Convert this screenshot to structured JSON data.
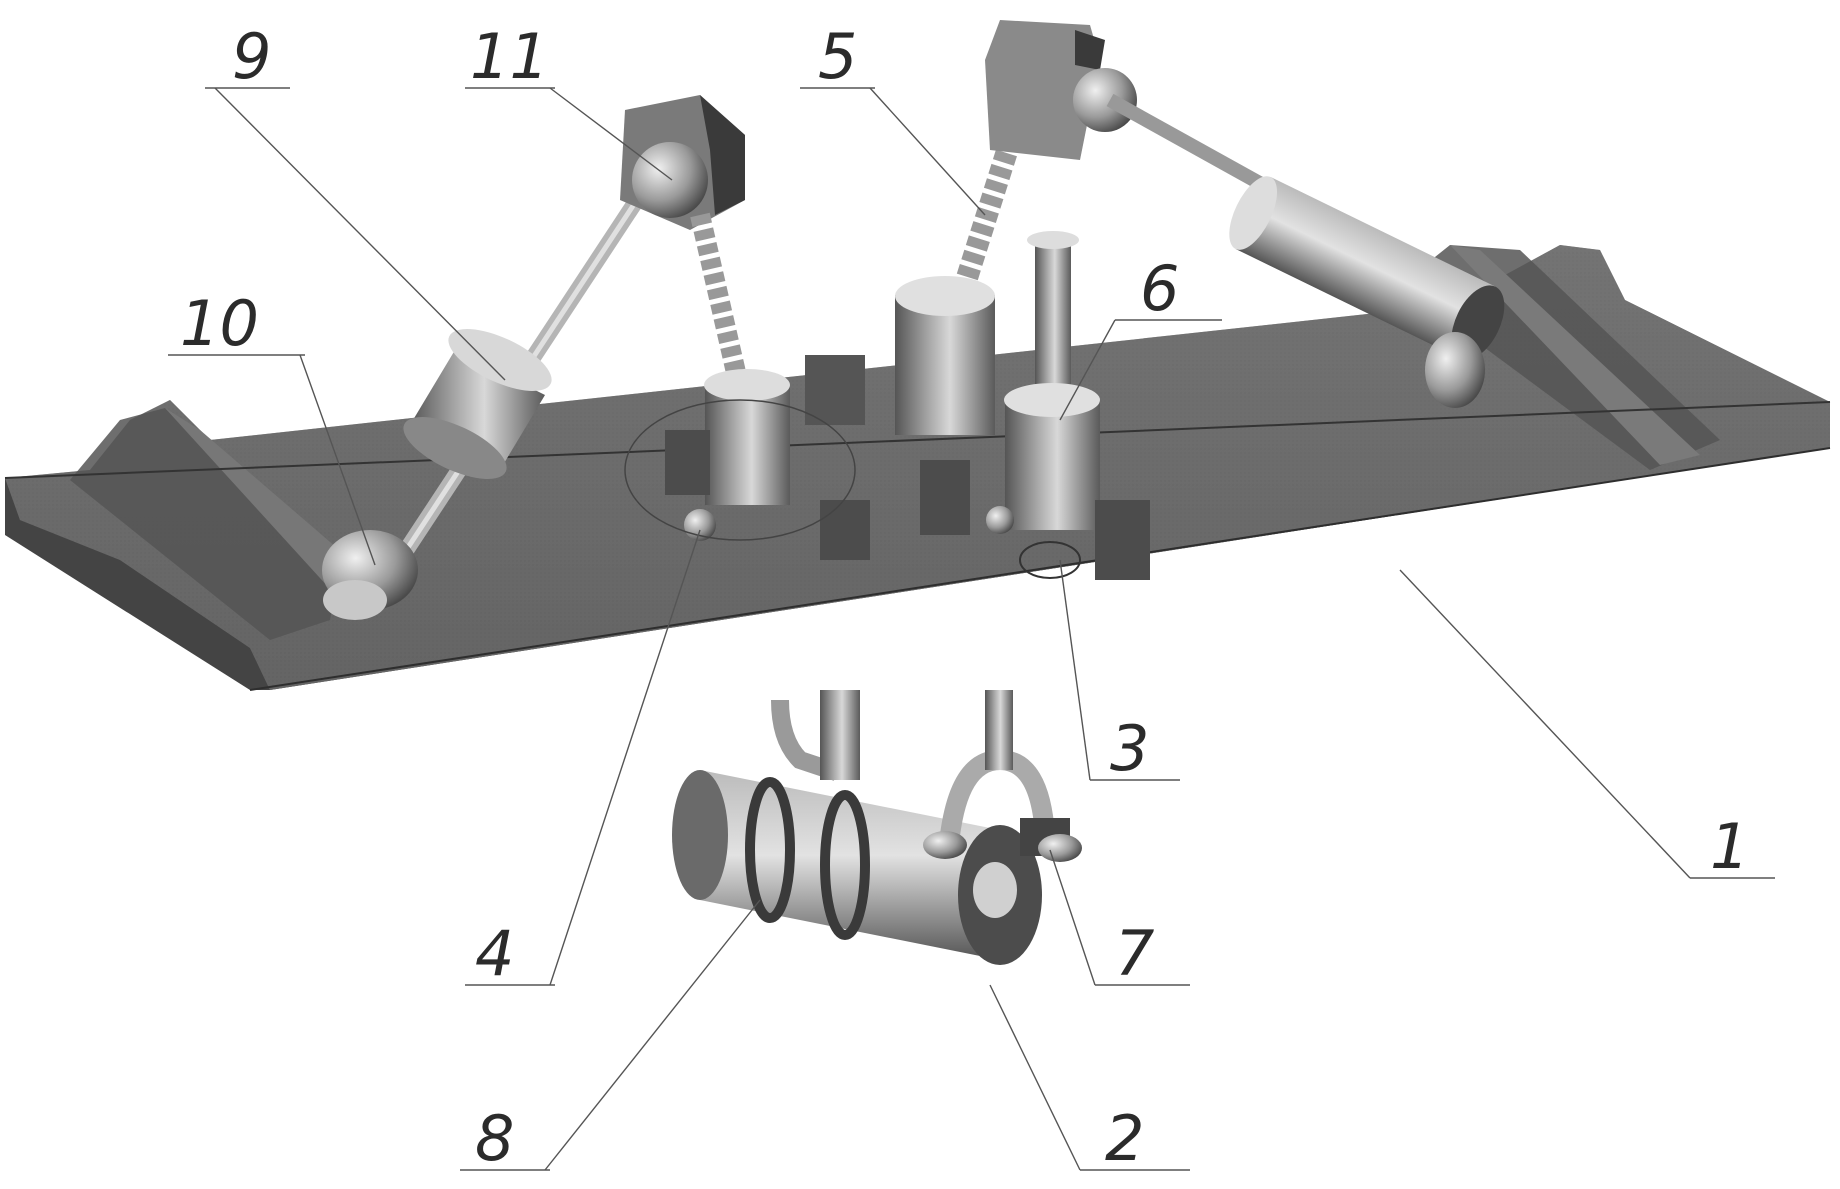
{
  "callouts": [
    {
      "id": "c1",
      "number": "1"
    },
    {
      "id": "c2",
      "number": "2"
    },
    {
      "id": "c3",
      "number": "3"
    },
    {
      "id": "c4",
      "number": "4"
    },
    {
      "id": "c5",
      "number": "5"
    },
    {
      "id": "c6",
      "number": "6"
    },
    {
      "id": "c7",
      "number": "7"
    },
    {
      "id": "c8",
      "number": "8"
    },
    {
      "id": "c9",
      "number": "9"
    },
    {
      "id": "c10",
      "number": "10"
    },
    {
      "id": "c11",
      "number": "11"
    }
  ],
  "colors": {
    "part_dark": "#5a5a5a",
    "part_mid": "#8a8a8a",
    "part_light": "#c8c8c8",
    "background": "#ffffff"
  }
}
